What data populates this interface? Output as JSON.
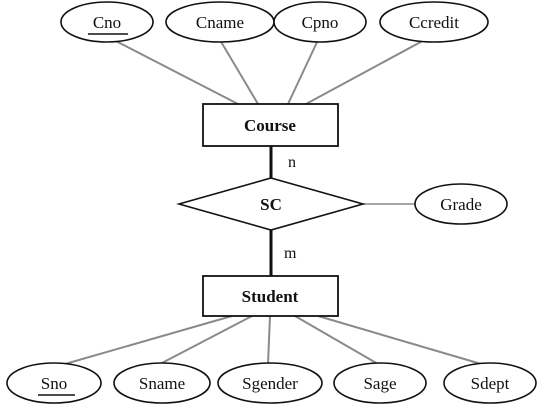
{
  "diagram": {
    "entities": {
      "course": {
        "label": "Course"
      },
      "student": {
        "label": "Student"
      }
    },
    "relationship": {
      "label": "SC",
      "cardinality_course": "n",
      "cardinality_student": "m",
      "attribute": "Grade"
    },
    "course_attributes": [
      {
        "label": "Cno",
        "key": true
      },
      {
        "label": "Cname",
        "key": false
      },
      {
        "label": "Cpno",
        "key": false
      },
      {
        "label": "Ccredit",
        "key": false
      }
    ],
    "student_attributes": [
      {
        "label": "Sno",
        "key": true
      },
      {
        "label": "Sname",
        "key": false
      },
      {
        "label": "Sgender",
        "key": false
      },
      {
        "label": "Sage",
        "key": false
      },
      {
        "label": "Sdept",
        "key": false
      }
    ]
  }
}
